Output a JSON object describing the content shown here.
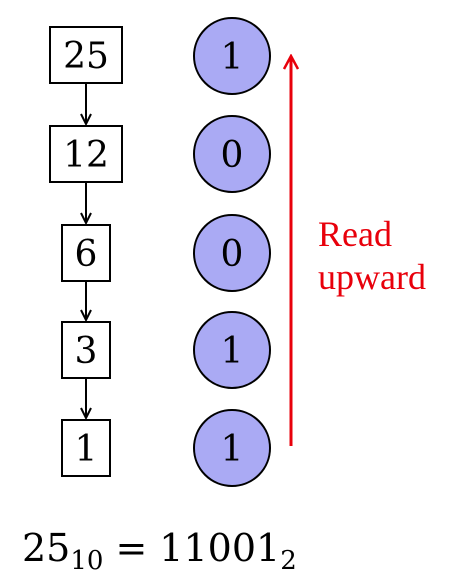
{
  "quotients": [
    "25",
    "12",
    "6",
    "3",
    "1"
  ],
  "remainders": [
    "1",
    "0",
    "0",
    "1",
    "1"
  ],
  "read_note": {
    "line1": "Read",
    "line2": "upward"
  },
  "equation": {
    "lhs_base": "25",
    "lhs_sub": "10",
    "equals": "=",
    "rhs_base": "11001",
    "rhs_sub": "2"
  },
  "colors": {
    "circle_fill": "#aaaaf4",
    "arrow_red": "#e8000b",
    "stroke": "#000000"
  }
}
